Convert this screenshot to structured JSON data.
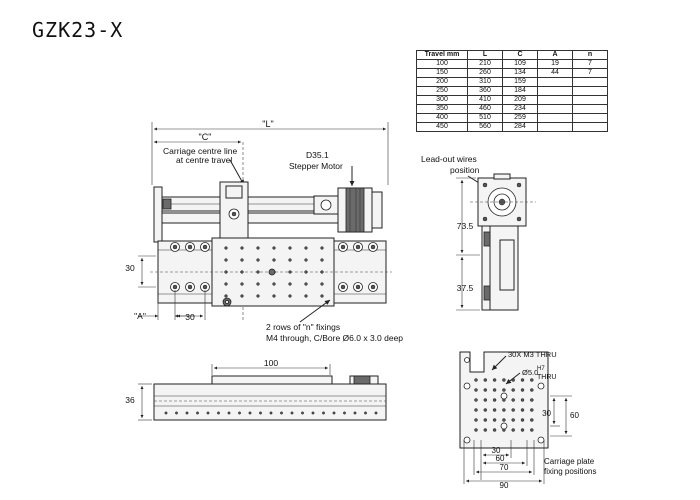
{
  "title": "GZK23-X",
  "table": {
    "headers": [
      "Travel mm",
      "L",
      "C",
      "A",
      "n"
    ],
    "rows": [
      [
        "100",
        "210",
        "109",
        "19",
        "7"
      ],
      [
        "150",
        "260",
        "134",
        "44",
        "7"
      ],
      [
        "200",
        "310",
        "159",
        "",
        ""
      ],
      [
        "250",
        "360",
        "184",
        "",
        ""
      ],
      [
        "300",
        "410",
        "209",
        "",
        ""
      ],
      [
        "350",
        "460",
        "234",
        "",
        ""
      ],
      [
        "400",
        "510",
        "259",
        "",
        ""
      ],
      [
        "450",
        "560",
        "284",
        "",
        ""
      ]
    ]
  },
  "labels": {
    "c_dim": "\"C\"",
    "l_dim": "\"L\"",
    "carriage_line1": "Carriage centre line",
    "carriage_line2": "at centre travel",
    "motor_line1": "D35.1",
    "motor_line2": "Stepper Motor",
    "leadout_line1": "Lead-out wires",
    "leadout_line2": "position",
    "fixings_line1": "2 rows of \"n\" fixings",
    "fixings_line2": "M4 through, C/Bore Ø6.0 x 3.0 deep",
    "a_dim": "\"A\"",
    "dim_30_left": "30",
    "dim_30_bottom": "30",
    "dim_73_5": "73.5",
    "dim_37_5": "37.5",
    "dim_100": "100",
    "dim_36": "36",
    "m3_note": "30X M3 THRU",
    "bore_note_a": "Ø5.0",
    "bore_note_sup": "H7",
    "bore_note_b": "THRU",
    "plate_30v": "30",
    "plate_60v": "60",
    "plate_30h": "30",
    "plate_60h": "60",
    "plate_70h": "70",
    "plate_90h": "90",
    "plate_caption1": "Carriage plate",
    "plate_caption2": "fixing positions"
  }
}
